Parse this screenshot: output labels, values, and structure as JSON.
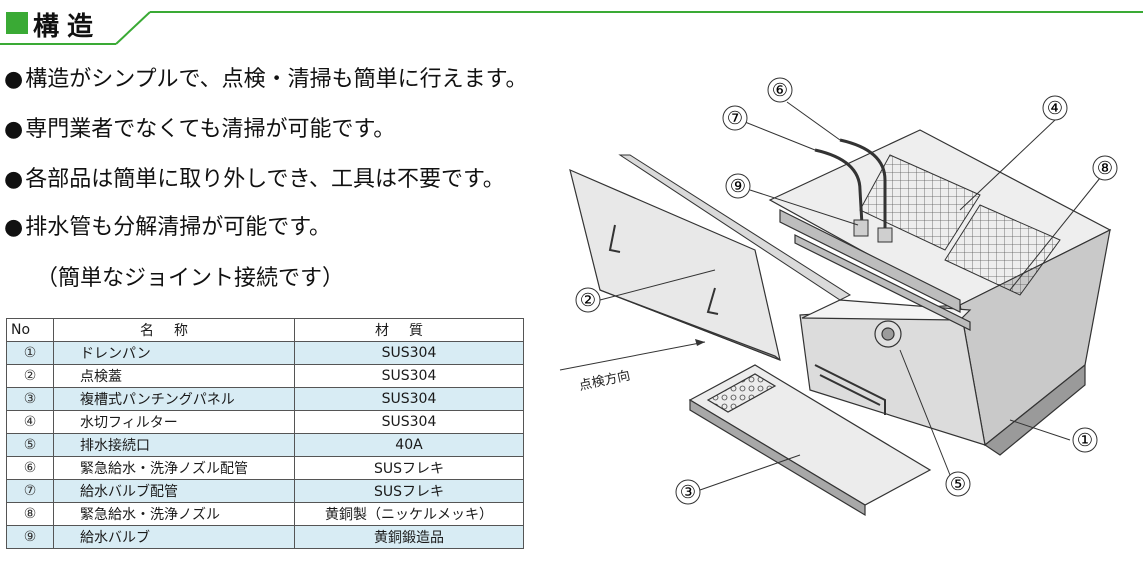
{
  "header": {
    "title": "構造"
  },
  "features": [
    "構造がシンプルで、点検・清掃も簡単に行えます。",
    "専門業者でなくても清掃が可能です。",
    "各部品は簡単に取り外しでき、工具は不要です。",
    "排水管も分解清掃が可能です。"
  ],
  "feature_note": "（簡単なジョイント接続です）",
  "table": {
    "headers": {
      "no": "No",
      "name": "名称",
      "material": "材質"
    },
    "rows": [
      {
        "no": "①",
        "name": "ドレンパン",
        "material": "SUS304"
      },
      {
        "no": "②",
        "name": "点検蓋",
        "material": "SUS304"
      },
      {
        "no": "③",
        "name": "複槽式パンチングパネル",
        "material": "SUS304"
      },
      {
        "no": "④",
        "name": "水切フィルター",
        "material": "SUS304"
      },
      {
        "no": "⑤",
        "name": "排水接続口",
        "material": "40A"
      },
      {
        "no": "⑥",
        "name": "緊急給水・洗浄ノズル配管",
        "material": "SUSフレキ"
      },
      {
        "no": "⑦",
        "name": "給水バルブ配管",
        "material": "SUSフレキ"
      },
      {
        "no": "⑧",
        "name": "緊急給水・洗浄ノズル",
        "material": "黄銅製（ニッケルメッキ）"
      },
      {
        "no": "⑨",
        "name": "給水バルブ",
        "material": "黄銅鍛造品"
      }
    ]
  },
  "diagram": {
    "direction_label": "点検方向",
    "callouts": [
      "①",
      "②",
      "③",
      "④",
      "⑤",
      "⑥",
      "⑦",
      "⑧",
      "⑨"
    ]
  },
  "colors": {
    "accent": "#3aaa35",
    "row_tint": "#d8ecf4"
  }
}
